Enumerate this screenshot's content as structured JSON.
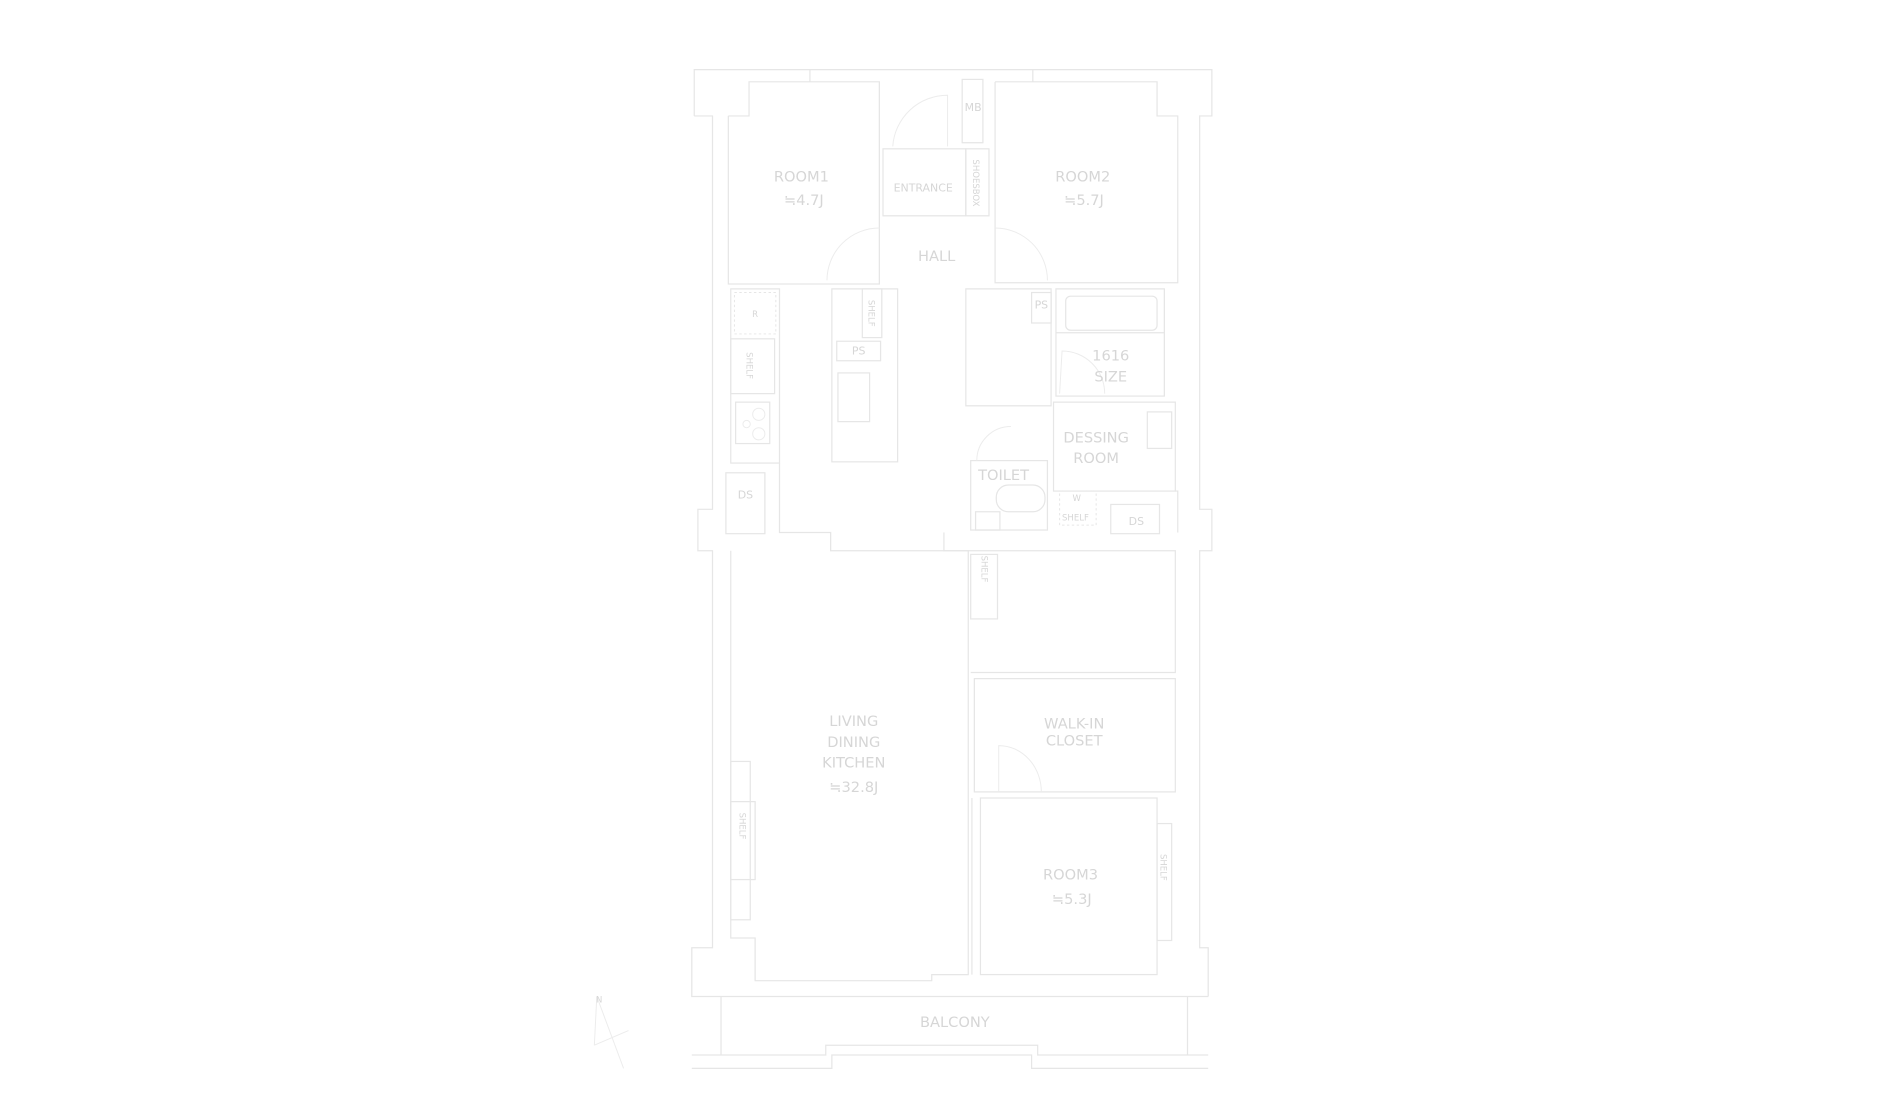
{
  "rooms": {
    "room1": {
      "name": "ROOM1",
      "size": "≒4.7J"
    },
    "room2": {
      "name": "ROOM2",
      "size": "≒5.7J"
    },
    "room3": {
      "name": "ROOM3",
      "size": "≒5.3J"
    },
    "ldk": {
      "line1": "LIVING",
      "line2": "DINING",
      "line3": "KITCHEN",
      "size": "≒32.8J"
    },
    "entrance": "ENTRANCE",
    "hall": "HALL",
    "shoesbox": "SHOESBOX",
    "mb": "MB",
    "bath": {
      "line1": "1616",
      "line2": "SIZE"
    },
    "dressing": {
      "line1": "DESSING",
      "line2": "ROOM"
    },
    "toilet": "TOILET",
    "walkin": {
      "line1": "WALK-IN",
      "line2": "CLOSET"
    },
    "balcony": "BALCONY",
    "ps": "PS",
    "ds": "DS",
    "shelf": "SHELF",
    "refrigerator": "R",
    "washer": "W"
  },
  "compass": {
    "north": "N"
  }
}
